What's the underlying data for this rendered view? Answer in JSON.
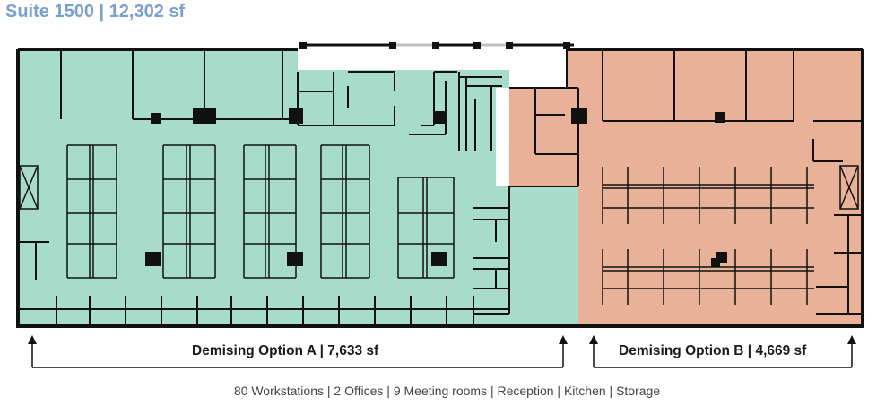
{
  "title": "Suite 1500 | 12,302 sf",
  "zones": [
    {
      "name": "Demising Option A | 7,633 sf",
      "color": "#a8dcca"
    },
    {
      "name": "Demising Option B | 4,669 sf",
      "color": "#e8b198"
    }
  ],
  "footer": "80 Workstations | 2 Offices | 9 Meeting rooms | Reception | Kitchen | Storage",
  "colors": {
    "title": "#7aa0cf",
    "wall": "#111111",
    "window": "#c0c0c0"
  }
}
